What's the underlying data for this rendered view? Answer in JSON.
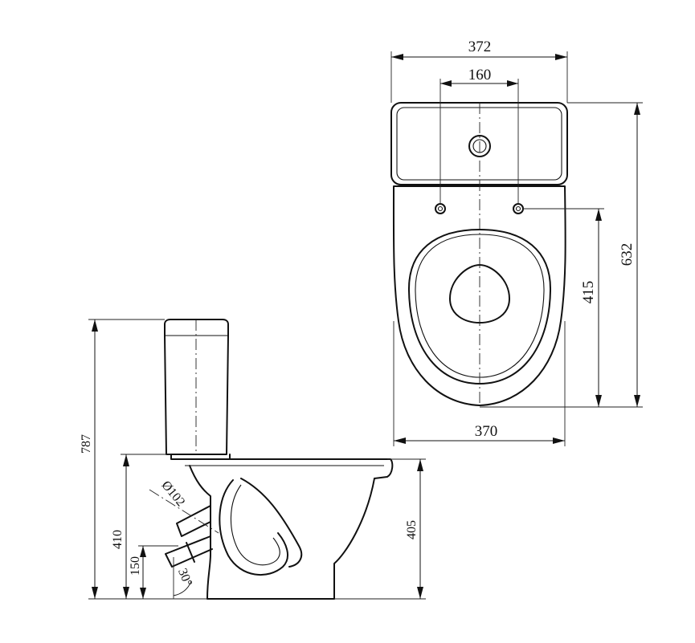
{
  "top_view": {
    "tank_width": "372",
    "fixing_holes_spacing": "160",
    "total_depth": "632",
    "holes_to_front": "415",
    "bowl_width": "370"
  },
  "side_view": {
    "total_height": "787",
    "rim_height": "410",
    "outlet_height": "150",
    "front_rim_height": "405",
    "outlet_diameter": "Ø102",
    "outlet_angle": "30°"
  }
}
